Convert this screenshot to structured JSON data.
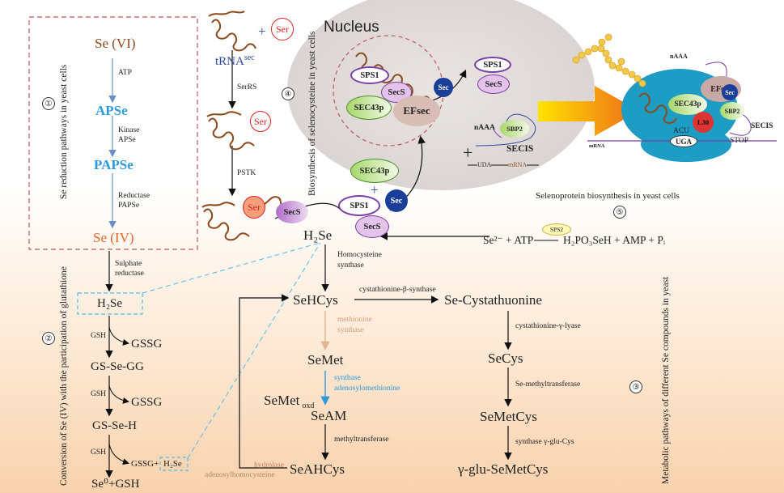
{
  "colors": {
    "brown": "#8a4a1c",
    "blue": "#2c9bd9",
    "orange": "#e4642a",
    "tan": "#b98568",
    "dashedRed": "#c2555f",
    "dashedBlue": "#56b8e6"
  },
  "yeast_reduction": {
    "title": "Se reduction pathways in yeast cells",
    "num": "①",
    "se6": "Se (VI)",
    "atp": "ATP",
    "apse": "APSe",
    "kinase": "Kinase",
    "kinase_sub": "APSe",
    "papse": "PAPSe",
    "reductase": "Reductase",
    "reductase_sub": "PAPSe",
    "se4": "Se (IV)"
  },
  "glutathione": {
    "title": "Conversion of Se (IV) with the participation of glutathione",
    "num": "②",
    "sulphate": "Sulphate",
    "reductase": "reductase",
    "h2se_box": "H₂Se",
    "gsh1": "GSH",
    "gssg1": "GSSG",
    "gsseg": "GS-Se-GG",
    "gsh2": "GSH",
    "gssg2": "GSSG",
    "gsseh": "GS-Se-H",
    "gsh3": "GSH",
    "gssg3": "GSSG+",
    "h2se3": "H₂Se",
    "final": "Se⁰+GSH"
  },
  "trna": {
    "plus": "+",
    "ser": "Ser",
    "trna": "tRNA",
    "trna_sup": "sec",
    "serrs": "SerRS",
    "pstk": "PSTK",
    "title": "Biosynthesis of selenocysteine in yeast cells",
    "num": "④"
  },
  "nucleus": {
    "label": "Nucleus",
    "sps1": "SPS1",
    "secs": "SecS",
    "sec43p": "SEC43p",
    "efsec": "EFsec",
    "sec": "Sec",
    "sps1_out": "SPS1",
    "secs_out": "SecS",
    "naaa": "nAAA",
    "sbp2": "SBP2",
    "secis": "SECIS",
    "uda": "UDA",
    "mrna": "mRNA",
    "plus": "+"
  },
  "center": {
    "sec43p": "SEC43p",
    "plus": "+",
    "secs_l": "SecS",
    "sps1": "SPS1",
    "sec": "Sec",
    "secs": "SecS",
    "h2se": "H₂Se",
    "se2": "Se²⁻ + ATP",
    "sps2": "SPS2",
    "products": "H₂PO₃SeH + AMP + Pᵢ"
  },
  "ribosome": {
    "naaa": "nAAA",
    "sec": "Sec",
    "efsec": "EFsec",
    "sec43p": "SEC43p",
    "sbp2": "SBP2",
    "l30": "L30",
    "secis": "SECIS",
    "acu": "ACU",
    "uga": "UGA",
    "stop": "STOP",
    "mrna": "mRNA"
  },
  "selenoprotein": {
    "label": "Selenoprotein biosynthesis in yeast cells",
    "num": "⑤"
  },
  "metabolic": {
    "title": "Metabolic pathways of different Se compounds in yeast",
    "num": "③",
    "homo": "Homocysteine",
    "homo2": "synthase",
    "sehcys": "SeHCys",
    "cbs": "cystathionine-β-synthase",
    "secysta": "Se-Cystathuonine",
    "meth": "methionine",
    "meth2": "synthase",
    "cgl": "cystathionine-γ-lyase",
    "semet": "SeMet",
    "secys": "SeCys",
    "synthase": "synthase",
    "adomet": "adenosylomethionine",
    "semetoxd": "SeMet",
    "oxd": "oxd",
    "semt": "Se-methyltransferase",
    "seam": "SeAM",
    "semetcys": "SeMetCys",
    "mt": "methyltransferase",
    "gglu": "synthase γ-glu-Cys",
    "seahcys": "SeAHCys",
    "gglusemet": "γ-glu-SeMetCys",
    "hydrolase": "hydrolase",
    "adohcy": "adenosylhomocysteine"
  }
}
